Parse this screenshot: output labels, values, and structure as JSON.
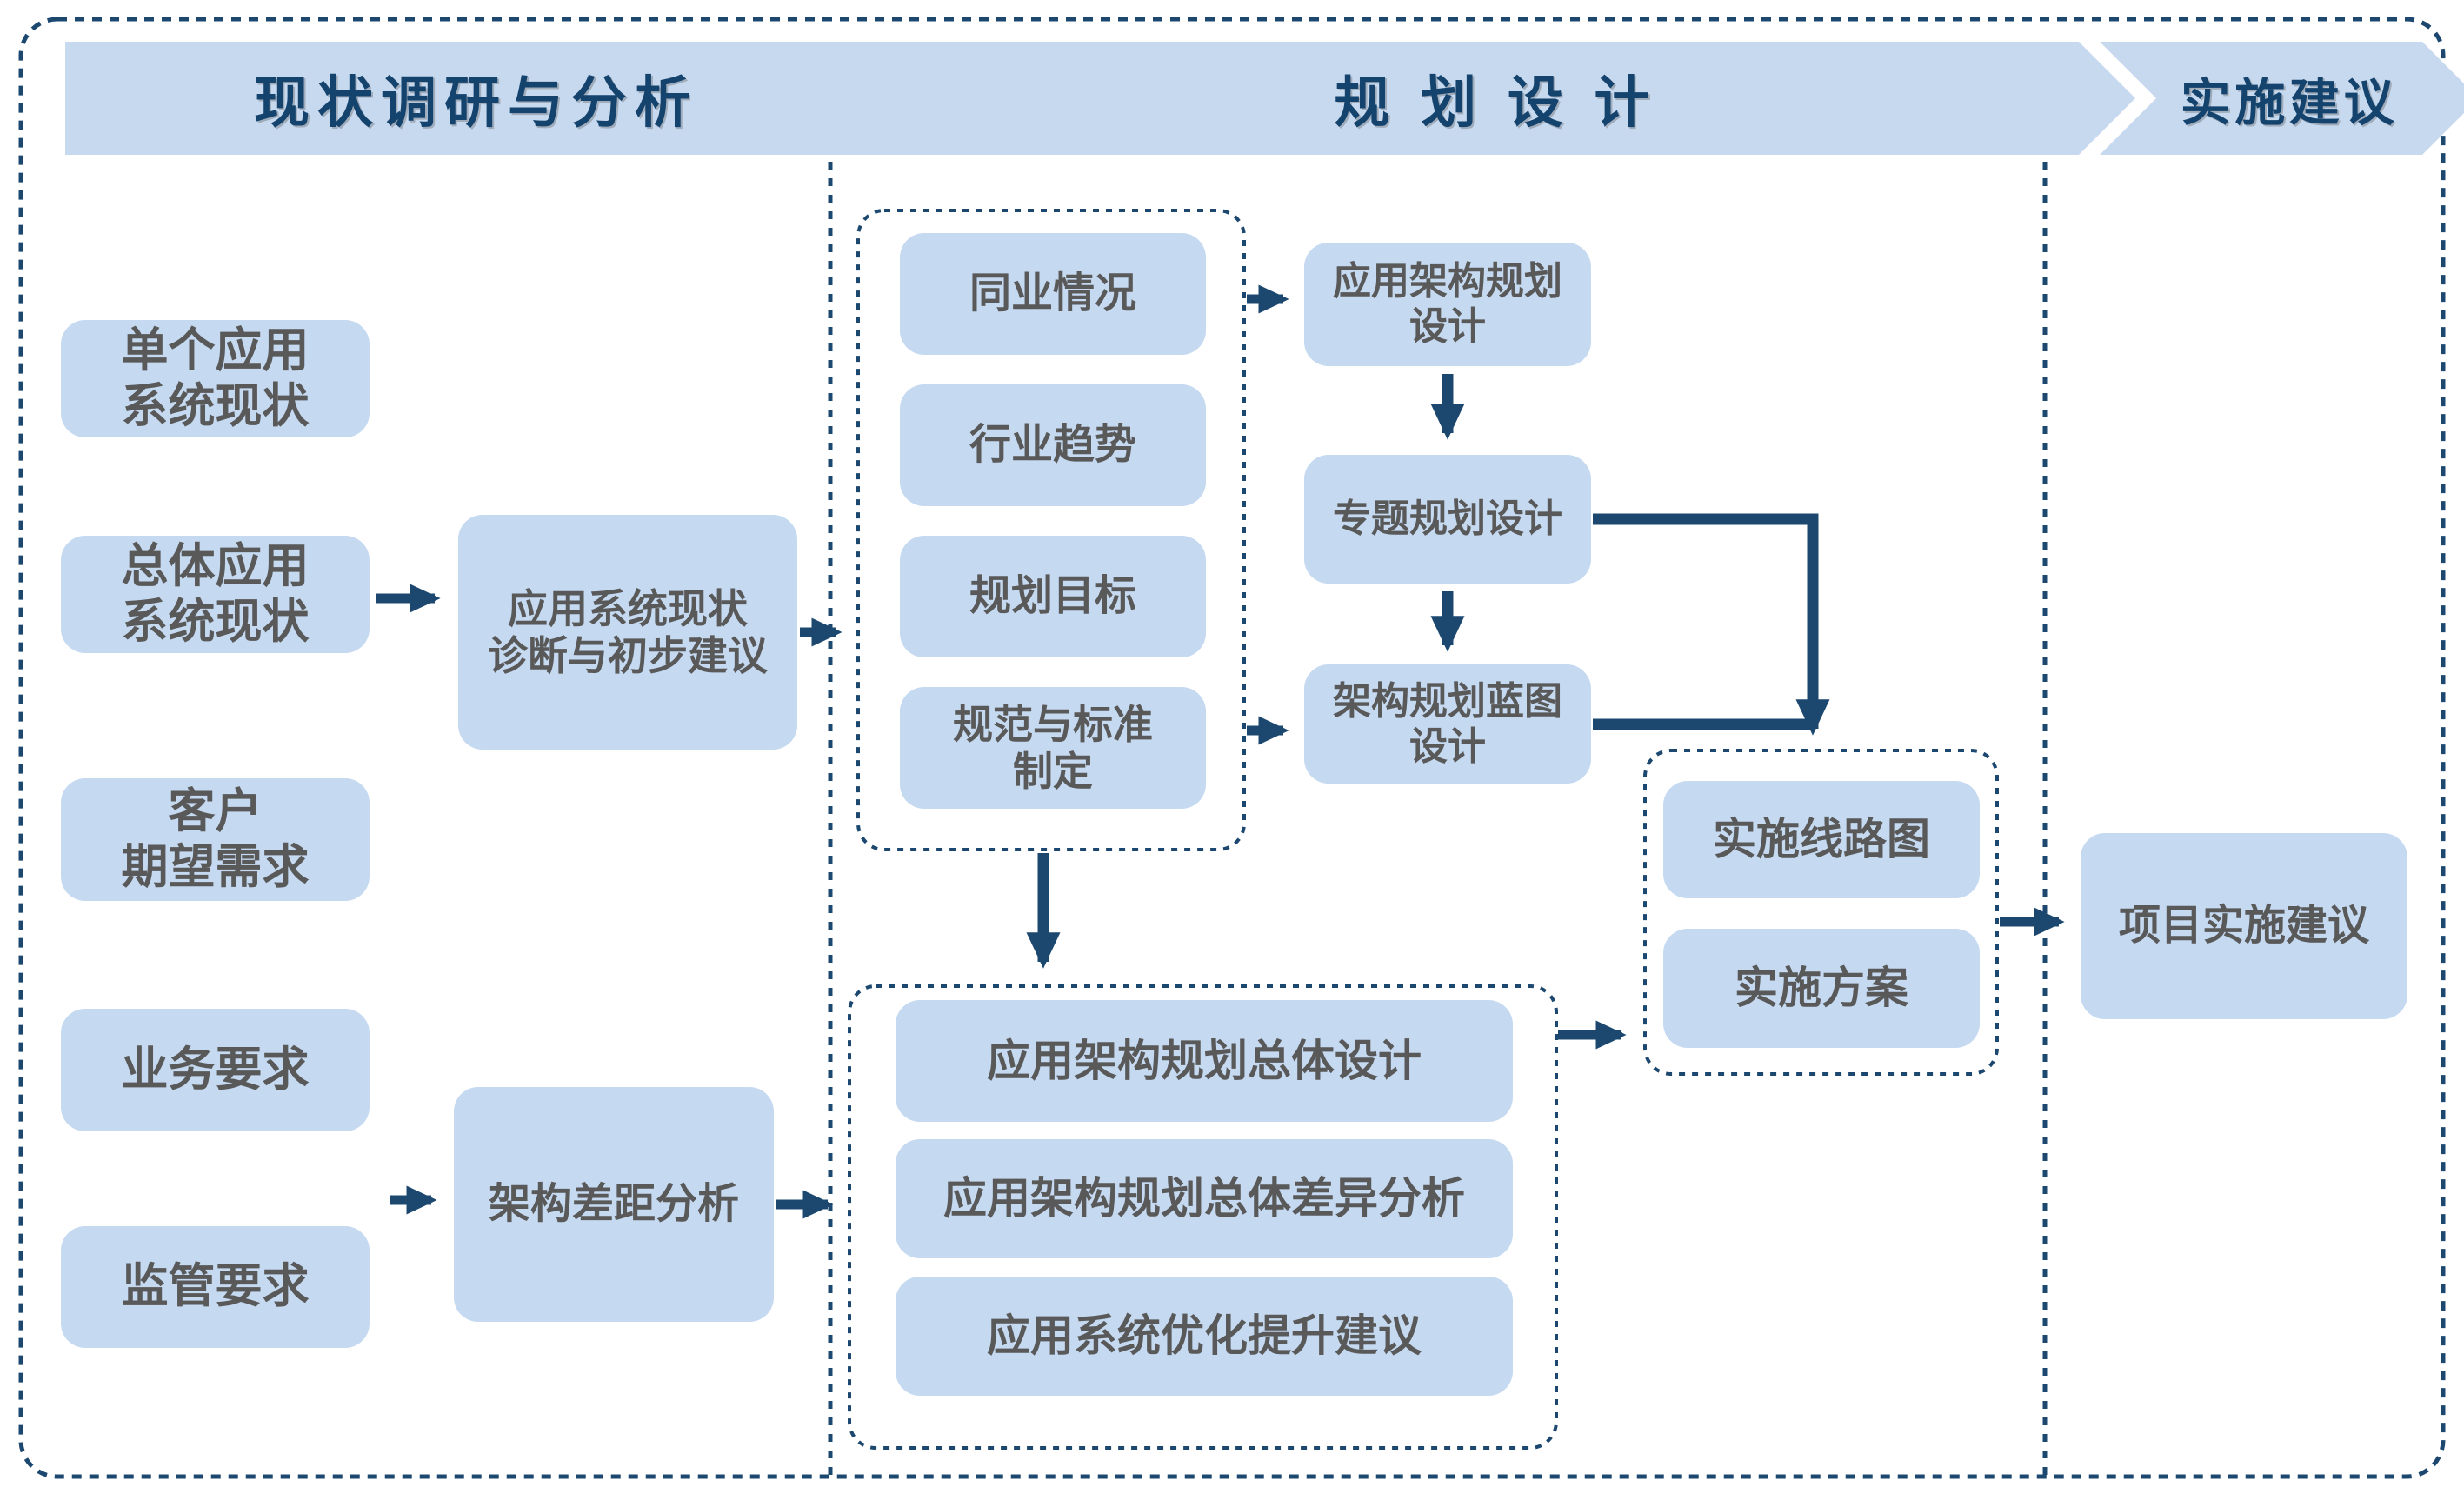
{
  "header": {
    "phase1": "现状调研与分析",
    "phase2": "规 划 设 计",
    "phase3": "实施建议"
  },
  "research_column": {
    "inputs": [
      "单个应用\n系统现状",
      "总体应用\n系统现状",
      "客户\n期望需求",
      "业务要求",
      "监管要求"
    ],
    "diagnosis": "应用系统现状\n诊断与初步建议",
    "gap_analysis": "架构差距分析"
  },
  "planning": {
    "study_group": [
      "同业情况",
      "行业趋势",
      "规划目标",
      "规范与标准\n制定"
    ],
    "design_chain": [
      "应用架构规划\n设计",
      "专题规划设计",
      "架构规划蓝图\n设计"
    ],
    "overall_group": [
      "应用架构规划总体设计",
      "应用架构规划总体差异分析",
      "应用系统优化提升建议"
    ],
    "implementation_group": [
      "实施线路图",
      "实施方案"
    ]
  },
  "recommendation": {
    "final": "项目实施建议"
  },
  "colors": {
    "box_fill": "#C5D9F1",
    "header_fill": "#C7D9EF",
    "navy": "#1C4870",
    "header_text": "#14436E",
    "box_text": "#595959",
    "bg": "#FFFFFF"
  }
}
